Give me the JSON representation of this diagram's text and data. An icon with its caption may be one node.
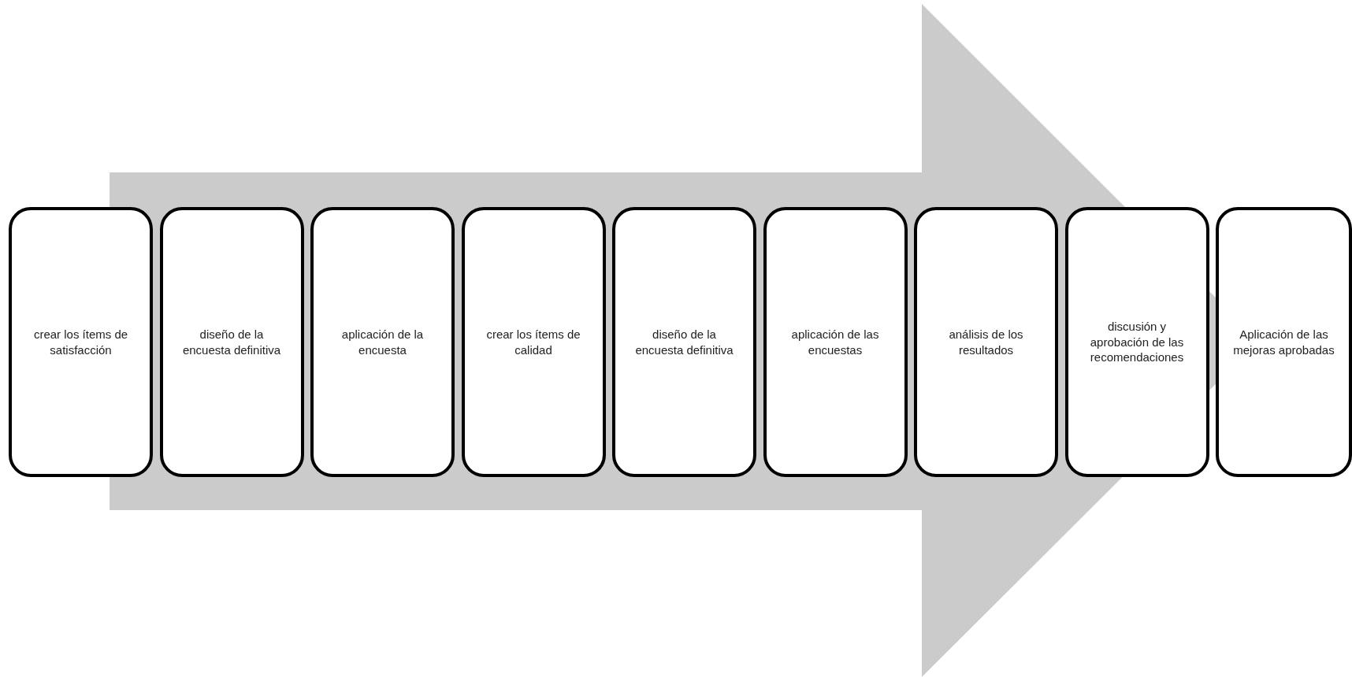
{
  "diagram": {
    "nodes": [
      {
        "text": [
          "crear los ítems de satisfacción"
        ]
      },
      {
        "text": [
          "diseño de la encuesta definitiva"
        ]
      },
      {
        "text": [
          "aplicación de la encuesta"
        ]
      },
      {
        "text": [
          "crear los ítems de calidad"
        ]
      },
      {
        "text": [
          "diseño de la encuesta definitiva"
        ]
      },
      {
        "text": [
          "aplicación de las encuestas"
        ]
      },
      {
        "text": [
          "análisis de los resultados"
        ]
      },
      {
        "text": [
          "discusión y aprobación de las recomendaciones"
        ]
      },
      {
        "text": [
          "Aplicación de las mejoras aprobadas"
        ]
      }
    ],
    "edges": [
      {
        "from": 0,
        "to": 8,
        "arrow": "to"
      }
    ]
  }
}
